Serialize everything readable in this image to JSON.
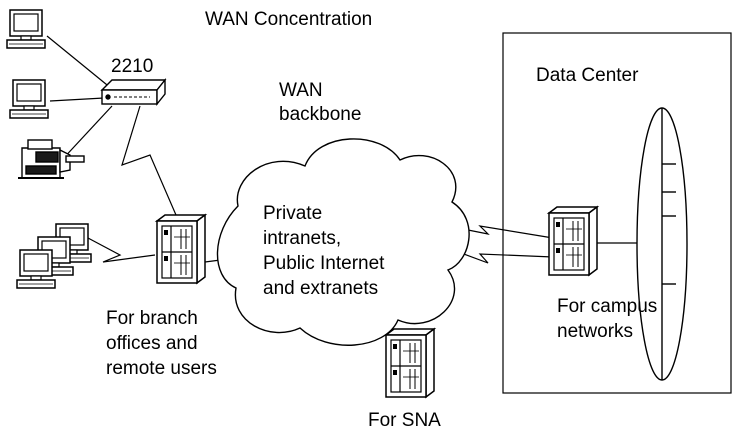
{
  "title": "WAN Concentration",
  "device_label_2210": "2210",
  "backbone_label_line1": "WAN",
  "backbone_label_line2": "backbone",
  "cloud_text": [
    "Private",
    "intranets,",
    "Public Internet",
    "and extranets"
  ],
  "data_center_label": "Data Center",
  "branch_label": [
    "For branch",
    "offices and",
    "remote users"
  ],
  "campus_label": [
    "For campus",
    "networks"
  ],
  "sna_label": "For SNA",
  "colors": {
    "line": "#000000",
    "background": "#ffffff",
    "device_fill": "#ffffff",
    "device_dark": "#1a1a1a"
  },
  "icons": [
    "desktop-computer-icon",
    "modem-icon",
    "printer-icon",
    "router-icon",
    "ring-network-icon",
    "cloud-icon"
  ]
}
